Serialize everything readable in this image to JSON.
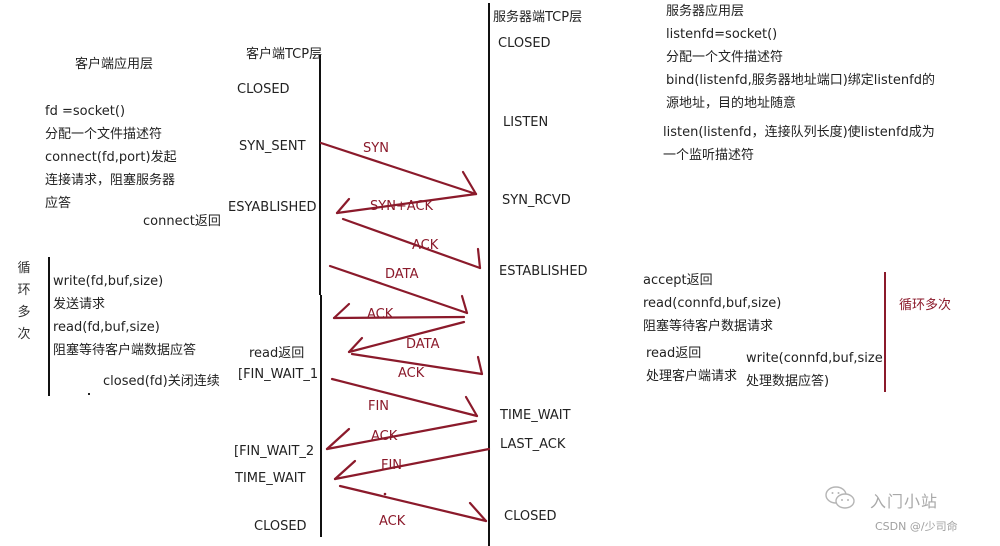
{
  "colors": {
    "arrow": "#8b1a2b",
    "text": "#222222",
    "lifeline": "#111111",
    "watermark": "#a9a9a9"
  },
  "client_app": {
    "title": "客户端应用层",
    "lines": [
      "fd =socket()",
      "分配一个文件描述符",
      "connect(fd,port)发起",
      "连接请求，阻塞服务器",
      "应答"
    ],
    "connect_return": "connect返回",
    "loop_label_chars": [
      "循",
      "环",
      "多",
      "次"
    ],
    "loop_lines": [
      "write(fd,buf,size)",
      "发送请求",
      "read(fd,buf,size)",
      "阻塞等待客户端数据应答"
    ],
    "close_call": "closed(fd)关闭连续"
  },
  "client_tcp": {
    "title": "客户端TCP层",
    "states": {
      "closed": "CLOSED",
      "syn_sent": "SYN_SENT",
      "established": "ESYABLISHED",
      "read_return": "read返回",
      "fin_wait_1": "[FIN_WAIT_1",
      "fin_wait_2": "[FIN_WAIT_2",
      "time_wait": "TIME_WAIT",
      "closed_end": "CLOSED"
    }
  },
  "server_tcp": {
    "title": "服务器端TCP层",
    "states": {
      "closed": "CLOSED",
      "listen": "LISTEN",
      "syn_rcvd": "SYN_RCVD",
      "established": "ESTABLISHED",
      "time_wait": "TIME_WAIT",
      "last_ack": "LAST_ACK",
      "closed_end": "CLOSED"
    }
  },
  "server_app": {
    "title": "服务器应用层",
    "lines": [
      "listenfd=socket()",
      "分配一个文件描述符",
      "bind(listenfd,服务器地址端口)绑定listenfd的",
      "源地址，目的地址随意"
    ],
    "listen_lines": [
      "listen(listenfd，连接队列长度)使listenfd成为",
      "一个监听描述符"
    ],
    "accept_lines": [
      "accept返回",
      "read(connfd,buf,size)",
      "阻塞等待客户数据请求"
    ],
    "read_return_lines": [
      "read返回",
      "处理客户端请求"
    ],
    "write_lines": [
      "write(connfd,buf,size",
      "处理数据应答)"
    ],
    "loop_label": "循环多次"
  },
  "messages": [
    {
      "label": "SYN",
      "direction": "client-to-server"
    },
    {
      "label": "SYN+ACK",
      "direction": "server-to-client"
    },
    {
      "label": "ACK",
      "direction": "client-to-server"
    },
    {
      "label": "DATA",
      "direction": "client-to-server"
    },
    {
      "label": "ACK",
      "direction": "server-to-client"
    },
    {
      "label": "DATA",
      "direction": "server-to-client"
    },
    {
      "label": "ACK",
      "direction": "client-to-server"
    },
    {
      "label": "FIN",
      "direction": "client-to-server"
    },
    {
      "label": "ACK",
      "direction": "server-to-client"
    },
    {
      "label": "FIN",
      "direction": "server-to-client"
    },
    {
      "label": "ACK",
      "direction": "client-to-server"
    }
  ],
  "watermark": {
    "icon": "wechat-icon",
    "title": "入门小站",
    "credit": "CSDN @/少司命"
  }
}
